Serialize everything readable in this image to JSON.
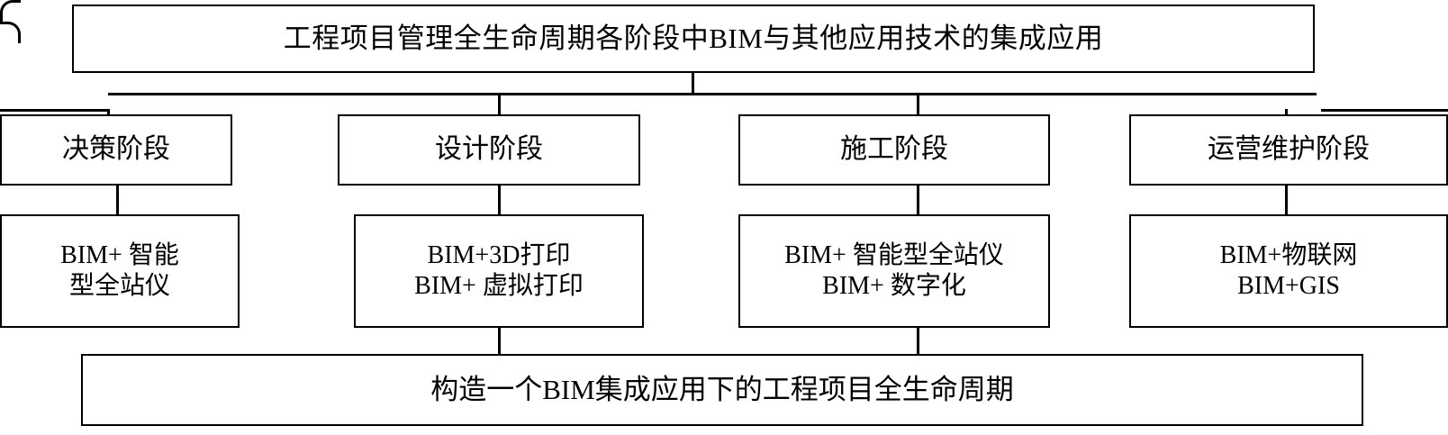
{
  "diagram": {
    "title_box": {
      "text": "工程项目管理全生命周期各阶段中BIM与其他应用技术的集成应用"
    },
    "bottom_box": {
      "text": "构造一个BIM集成应用下的工程项目全生命周期"
    },
    "columns": [
      {
        "stage": "决策阶段",
        "tech_line_1": "BIM+ 智能",
        "tech_line_2": "型全站仪"
      },
      {
        "stage": "设计阶段",
        "tech_line_1": "BIM+3D打印",
        "tech_line_2": "BIM+ 虚拟打印"
      },
      {
        "stage": "施工阶段",
        "tech_line_1": "BIM+ 智能型全站仪",
        "tech_line_2": "BIM+ 数字化"
      },
      {
        "stage": "运营维护阶段",
        "tech_line_1": "BIM+物联网",
        "tech_line_2": "BIM+GIS"
      }
    ],
    "colors": {
      "stroke": "#000000",
      "fill": "#ffffff",
      "text": "#000000"
    }
  }
}
